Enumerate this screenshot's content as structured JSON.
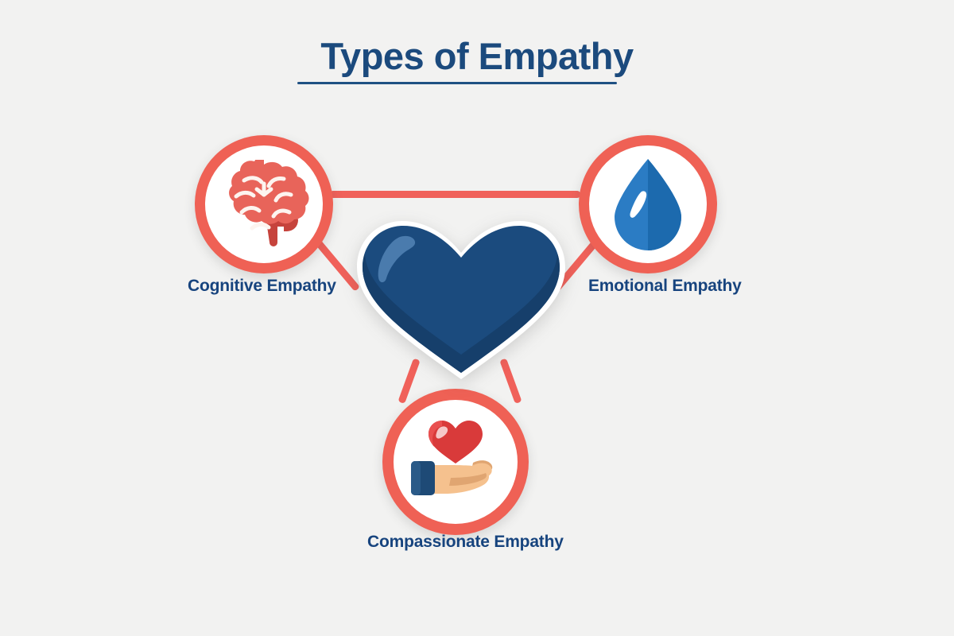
{
  "background_color": "#f2f2f1",
  "header": {
    "title": "Types of Empathy",
    "title_color": "#1b4a7d",
    "underline_color": "#1f5183"
  },
  "palette": {
    "coral": "#ef6155",
    "coral_line": "#f0615a",
    "navy": "#17447e",
    "heart_navy": "#1b4b7e",
    "heart_highlight": "#4a7bad",
    "drop_blue": "#2b7cc4",
    "drop_blue_dark": "#1c6aae",
    "brain_coral": "#e8645a",
    "brain_stem": "#c6433c",
    "hand_skin": "#f5c18e",
    "hand_skin_dark": "#e0a571",
    "cuff_navy": "#1e4a76",
    "small_heart_red": "#d93a3a",
    "small_heart_red_light": "#e95050"
  },
  "center": {
    "icon": "heart-icon",
    "color": "#1b4b7e"
  },
  "nodes": [
    {
      "id": "cognitive",
      "label": "Cognitive Empathy",
      "icon": "brain-icon",
      "icon_color": "#e8645a",
      "ring_color": "#ef6155"
    },
    {
      "id": "emotional",
      "label": "Emotional Empathy",
      "icon": "water-drop-icon",
      "icon_color": "#2b7cc4",
      "ring_color": "#ef6155"
    },
    {
      "id": "compassionate",
      "label": "Compassionate Empathy",
      "icon": "hand-holding-heart-icon",
      "icon_color": "#d93a3a",
      "ring_color": "#ef6155"
    }
  ],
  "connectors": [
    {
      "id": "top",
      "from": "cognitive",
      "to": "emotional",
      "color": "#f0615a"
    },
    {
      "id": "left",
      "from": "cognitive",
      "to": "center",
      "color": "#f0615a"
    },
    {
      "id": "right",
      "from": "emotional",
      "to": "center",
      "color": "#f0615a"
    },
    {
      "id": "bottom-left",
      "from": "center",
      "to": "compassionate",
      "color": "#f0615a"
    },
    {
      "id": "bottom-right",
      "from": "center",
      "to": "compassionate",
      "color": "#f0615a"
    }
  ]
}
